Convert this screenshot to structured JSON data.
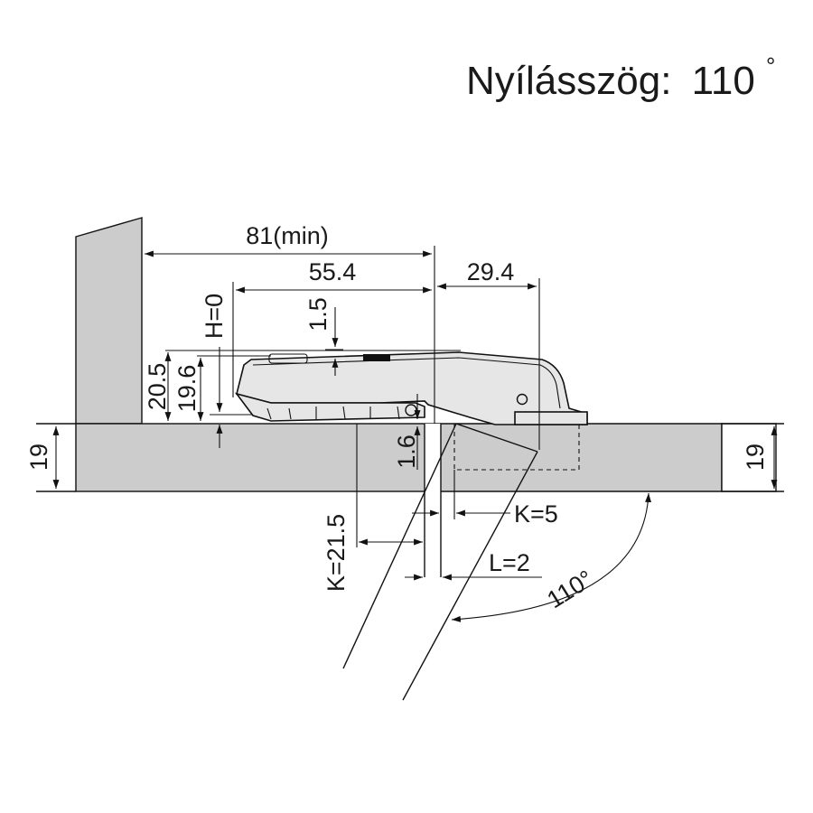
{
  "title": {
    "label": "Nyílásszög:",
    "value": "110",
    "degree": "°"
  },
  "dimensions": {
    "overall_depth": "81(min)",
    "cup_distance": "55.4",
    "arm_offset": "29.4",
    "cup_depth_step": "1.5",
    "base_height": "H=0",
    "height_outer": "20.5",
    "height_inner": "19.6",
    "side_panel_thickness": "19",
    "door_thickness": "19",
    "plate_height": "1.6",
    "cup_overlay_k": "K=5",
    "door_overlay_k": "K=21.5",
    "gap_l": "L=2",
    "opening_angle": "110°"
  }
}
